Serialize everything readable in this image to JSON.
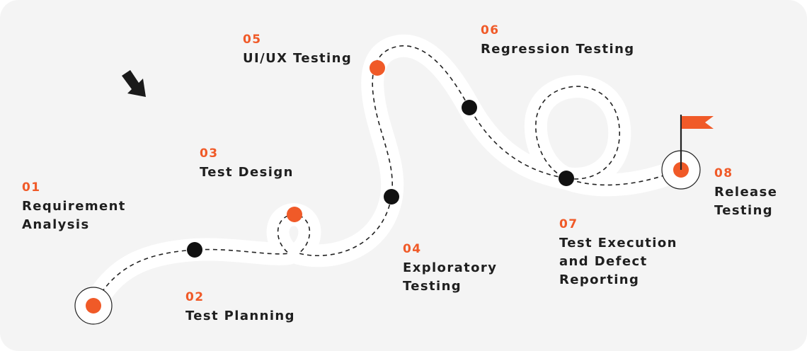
{
  "colors": {
    "background": "#f4f4f4",
    "road": "#ffffff",
    "accent": "#f05a28",
    "milestone": "#111111",
    "text": "#1f1f1f"
  },
  "steps": [
    {
      "num": "01",
      "lines": [
        "Requirement",
        "Analysis"
      ]
    },
    {
      "num": "02",
      "lines": [
        "Test Planning"
      ]
    },
    {
      "num": "03",
      "lines": [
        "Test Design"
      ]
    },
    {
      "num": "04",
      "lines": [
        "Exploratory",
        "Testing"
      ]
    },
    {
      "num": "05",
      "lines": [
        "UI/UX Testing"
      ]
    },
    {
      "num": "06",
      "lines": [
        "Regression Testing"
      ]
    },
    {
      "num": "07",
      "lines": [
        "Test Execution",
        "and Defect",
        "Reporting"
      ]
    },
    {
      "num": "08",
      "lines": [
        "Release",
        "Testing"
      ]
    }
  ],
  "icons": {
    "pointer": "arrow-down-right-icon",
    "flag": "flag-icon"
  }
}
